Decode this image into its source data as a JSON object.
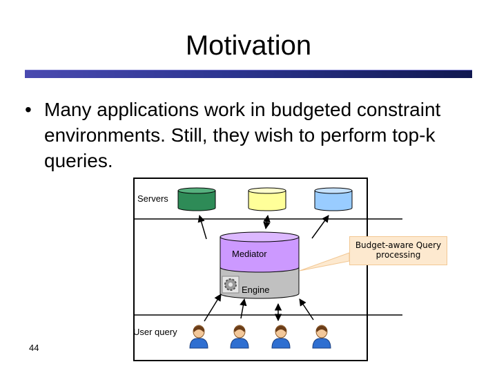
{
  "slide": {
    "title": "Motivation",
    "bullet_marker": "•",
    "bullet_text": "Many applications work in budgeted constraint environments. Still, they wish to perform top-k queries.",
    "page_number": "44"
  },
  "diagram": {
    "servers_label": "Servers",
    "mediator_label": "Mediator",
    "engine_label": "Engine",
    "user_query_label": "User query",
    "callout_text": "Budget-aware Query processing",
    "server_colors": [
      "#2e8b57",
      "#ffff99",
      "#99ccff"
    ],
    "mediator_color": "#cc99ff",
    "engine_color": "#c0c0c0"
  }
}
